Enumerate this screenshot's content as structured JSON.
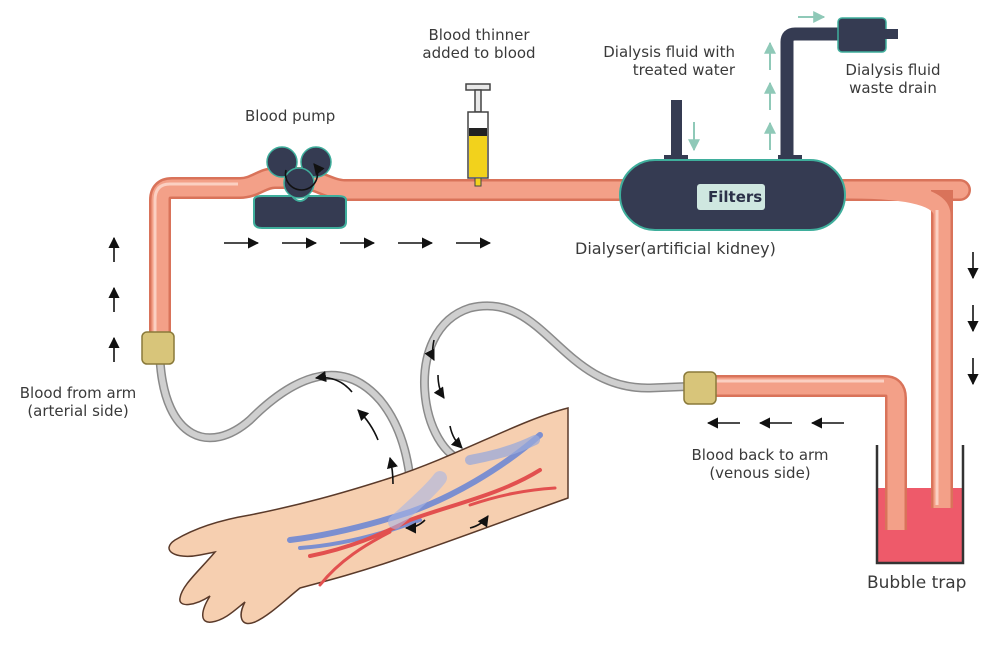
{
  "labels": {
    "blood_pump": "Blood pump",
    "blood_thinner": [
      "Blood thinner",
      "added to blood"
    ],
    "dialysis_fluid_in": [
      "Dialysis fluid with",
      "treated water"
    ],
    "dialysis_fluid_drain": [
      "Dialysis fluid",
      "waste drain"
    ],
    "filters": "Filters",
    "dialyser": "Dialyser(artificial kidney)",
    "blood_from_arm": [
      "Blood from arm",
      "(arterial side)"
    ],
    "blood_back_to_arm": [
      "Blood back to arm",
      "(venous side)"
    ],
    "bubble_trap": "Bubble trap"
  },
  "colors": {
    "tube_fill": "#f3a088",
    "tube_edge": "#d9735a",
    "tube_highlight": "#fbd0c2",
    "grey_tube": "#c9c9c9",
    "dark_device": "#353b52",
    "teal_outline": "#3fae9c",
    "filters_box": "#cfe7e0",
    "connector": "#d8c57a",
    "syringe_fluid": "#f2d21c",
    "trap_fluid": "#ee5a6a",
    "skin": "#f6cfb0",
    "vein_blue": "#7c8fd0",
    "artery_red": "#e2504f",
    "arrow_teal": "#8fc9b8",
    "arrow_dark": "#111111"
  },
  "icons": [
    "pump-rotation-icon",
    "syringe-icon",
    "flow-arrow-icon"
  ]
}
